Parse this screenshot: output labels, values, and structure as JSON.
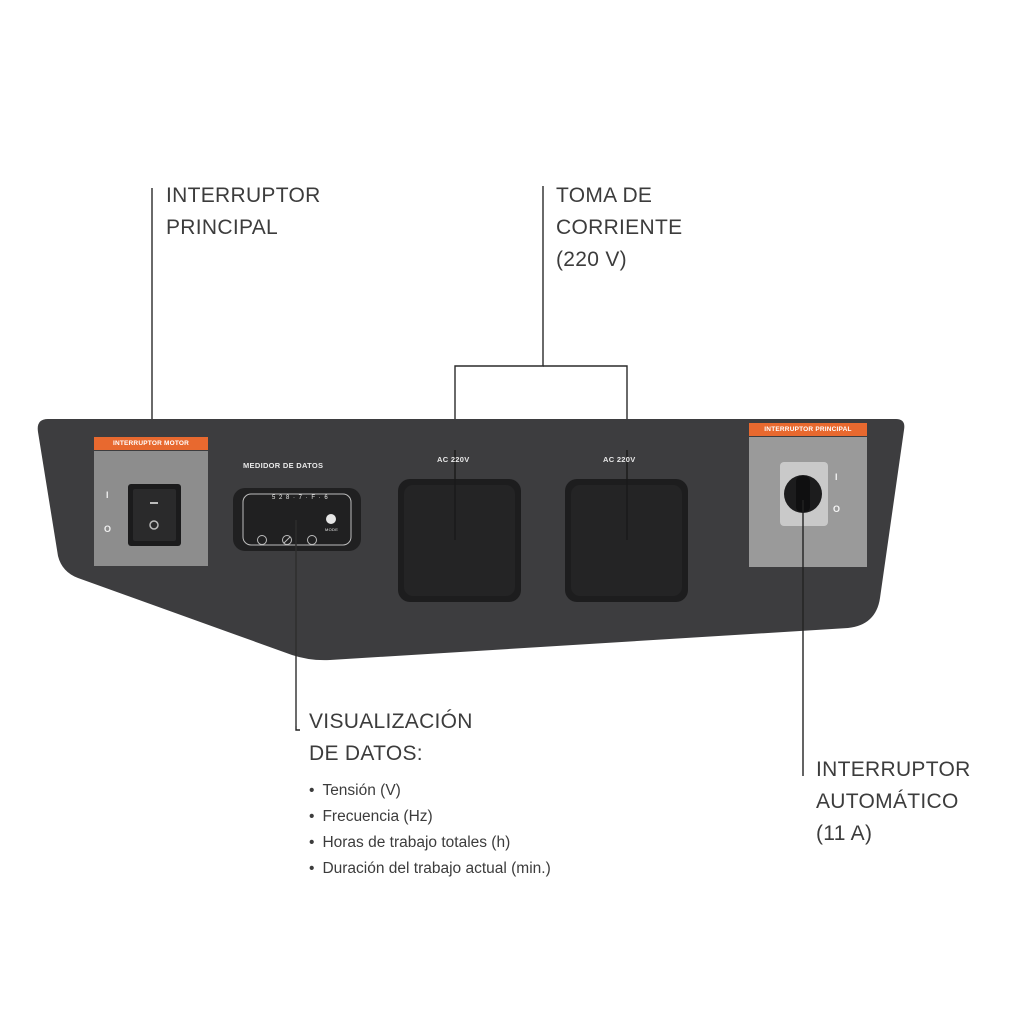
{
  "callouts": {
    "main_switch": {
      "lines": [
        "INTERRUPTOR",
        "PRINCIPAL"
      ]
    },
    "outlet": {
      "lines": [
        "TOMA DE",
        "CORRIENTE",
        "(220 V)"
      ]
    },
    "display": {
      "lines": [
        "VISUALIZACIÓN",
        "DE DATOS:"
      ]
    },
    "breaker": {
      "lines": [
        "INTERRUPTOR",
        "AUTOMÁTICO",
        "(11 A)"
      ]
    }
  },
  "display_items": [
    "Tensión (V)",
    "Frecuencia (Hz)",
    "Horas de trabajo totales (h)",
    "Duración del trabajo actual (min.)"
  ],
  "panel": {
    "motor_switch_tag": "INTERRUPTOR MOTOR",
    "motor_switch_on": "I",
    "motor_switch_off": "O",
    "meter_label": "MEDIDOR DE DATOS",
    "meter_screen_text": "5 2 8 · 7 · F · 6",
    "meter_mode": "MODE",
    "outlet_left_label": "AC 220V",
    "outlet_right_label": "AC 220V",
    "main_switch_tag": "INTERRUPTOR PRINCIPAL",
    "main_switch_on": "I",
    "main_switch_off": "O"
  },
  "colors": {
    "panel": "#3d3d3f",
    "tag": "#e8692f",
    "plate": "#8d8d8d"
  }
}
